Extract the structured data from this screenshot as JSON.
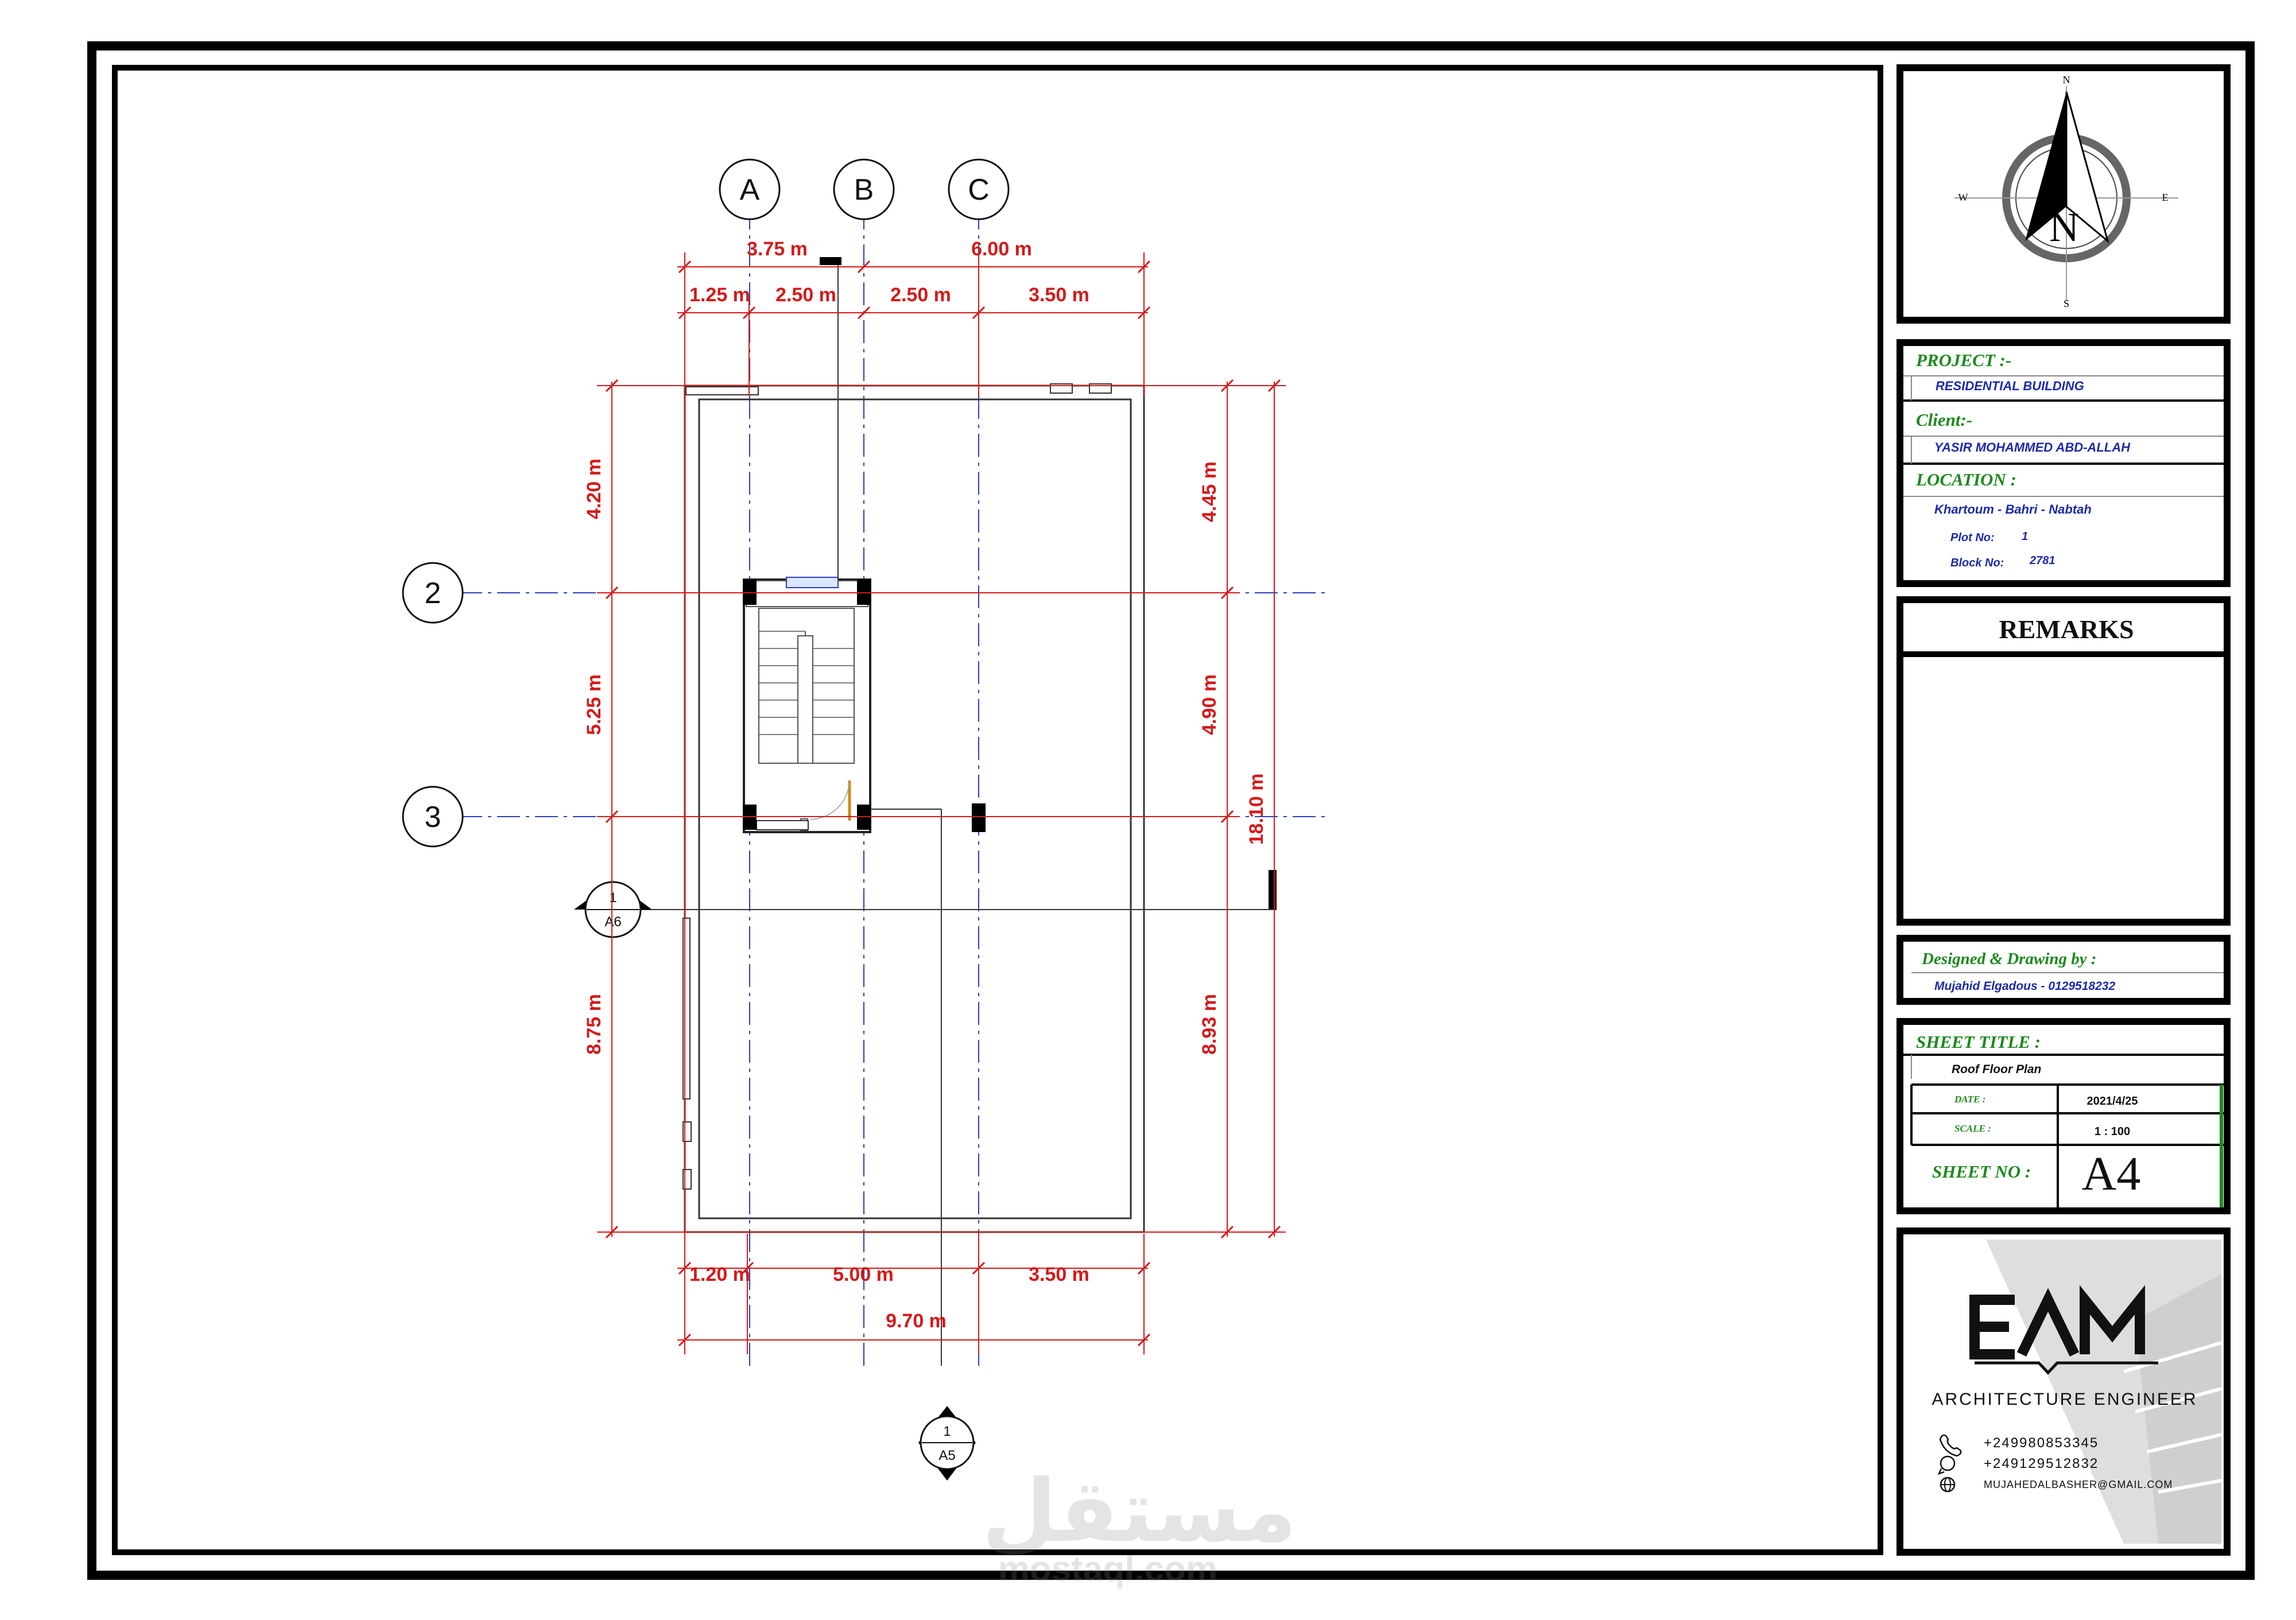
{
  "grid": {
    "columns": [
      "A",
      "B",
      "C"
    ],
    "rows": [
      "2",
      "3"
    ]
  },
  "dimensions": {
    "top_overall_a": "3.75 m",
    "top_overall_b": "6.00 m",
    "top_1": "1.25 m",
    "top_2": "2.50 m",
    "top_3": "2.50 m",
    "top_4": "3.50 m",
    "left_1": "4.20 m",
    "left_2": "5.25 m",
    "left_3": "8.75 m",
    "right_1": "4.45 m",
    "right_2": "4.90 m",
    "right_3": "8.93 m",
    "right_overall": "18.10 m",
    "bottom_1": "1.20 m",
    "bottom_2": "5.00 m",
    "bottom_3": "3.50 m",
    "bottom_overall": "9.70 m"
  },
  "section_marks": [
    {
      "num": "1",
      "sheet": "A6"
    },
    {
      "num": "1",
      "sheet": "A5"
    }
  ],
  "compass": {
    "n": "N",
    "s": "S",
    "e": "E",
    "w": "W",
    "big": "N"
  },
  "title_block": {
    "project_label": "PROJECT :-",
    "project": "RESIDENTIAL BUILDING",
    "client_label": "Client:-",
    "client": "YASIR MOHAMMED ABD-ALLAH",
    "location_label": "LOCATION :",
    "location": "Khartoum - Bahri -  Nabtah",
    "plot_label": "Plot No:",
    "plot": "1",
    "block_label": "Block No:",
    "block": "2781",
    "remarks_label": "REMARKS",
    "designed_label": "Designed & Drawing by :",
    "designer": "Mujahid Elgadous  -  0129518232",
    "sheet_title_label": "SHEET TITLE :",
    "sheet_title": "Roof Floor Plan",
    "date_label": "DATE :",
    "date": "2021/4/25",
    "scale_label": "SCALE :",
    "scale": "1 : 100",
    "sheet_no_label": "SHEET NO :",
    "sheet_no": "A4"
  },
  "logo": {
    "text": "EAM",
    "tagline": "ARCHITECTURE ENGINEER",
    "phone1": "+249980853345",
    "phone2": "+249129512832",
    "email": "MUJAHEDALBASHER@GMAIL.COM"
  },
  "watermark": {
    "arabic": "مستقل",
    "latin": "mostaql.com"
  },
  "colors": {
    "dimension": "#d41a1a",
    "grid_line": "#2a3fbf",
    "label_green": "#1d8a1d",
    "label_blue": "#1c2aa8"
  }
}
